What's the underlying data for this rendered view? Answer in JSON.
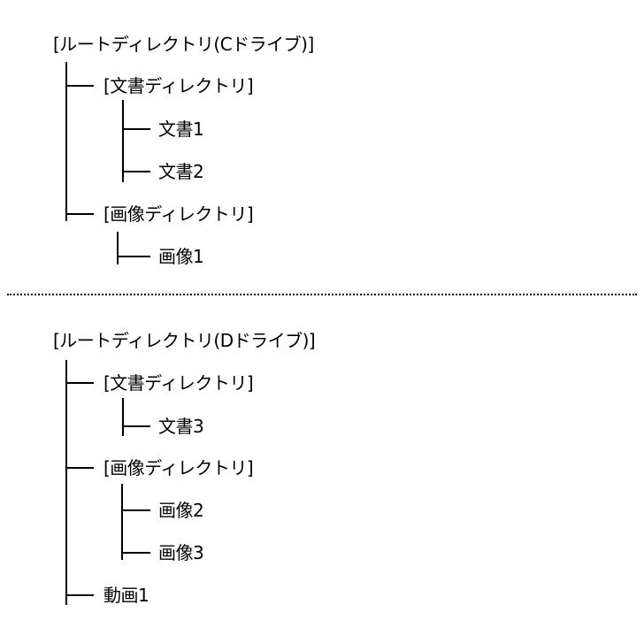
{
  "trees": [
    {
      "root": "[ルートディレクトリ(Cドライブ)]",
      "children": [
        {
          "label": "[文書ディレクトリ]",
          "children": [
            {
              "label": "文書1"
            },
            {
              "label": "文書2"
            }
          ]
        },
        {
          "label": "[画像ディレクトリ]",
          "children": [
            {
              "label": "画像1"
            }
          ]
        }
      ]
    },
    {
      "root": "[ルートディレクトリ(Dドライブ)]",
      "children": [
        {
          "label": "[文書ディレクトリ]",
          "children": [
            {
              "label": "文書3"
            }
          ]
        },
        {
          "label": "[画像ディレクトリ]",
          "children": [
            {
              "label": "画像2"
            },
            {
              "label": "画像3"
            }
          ]
        },
        {
          "label": "動画1"
        }
      ]
    }
  ],
  "separator": "dotted",
  "colors": {
    "line": "#000000",
    "text": "#000000",
    "background": "#ffffff"
  }
}
